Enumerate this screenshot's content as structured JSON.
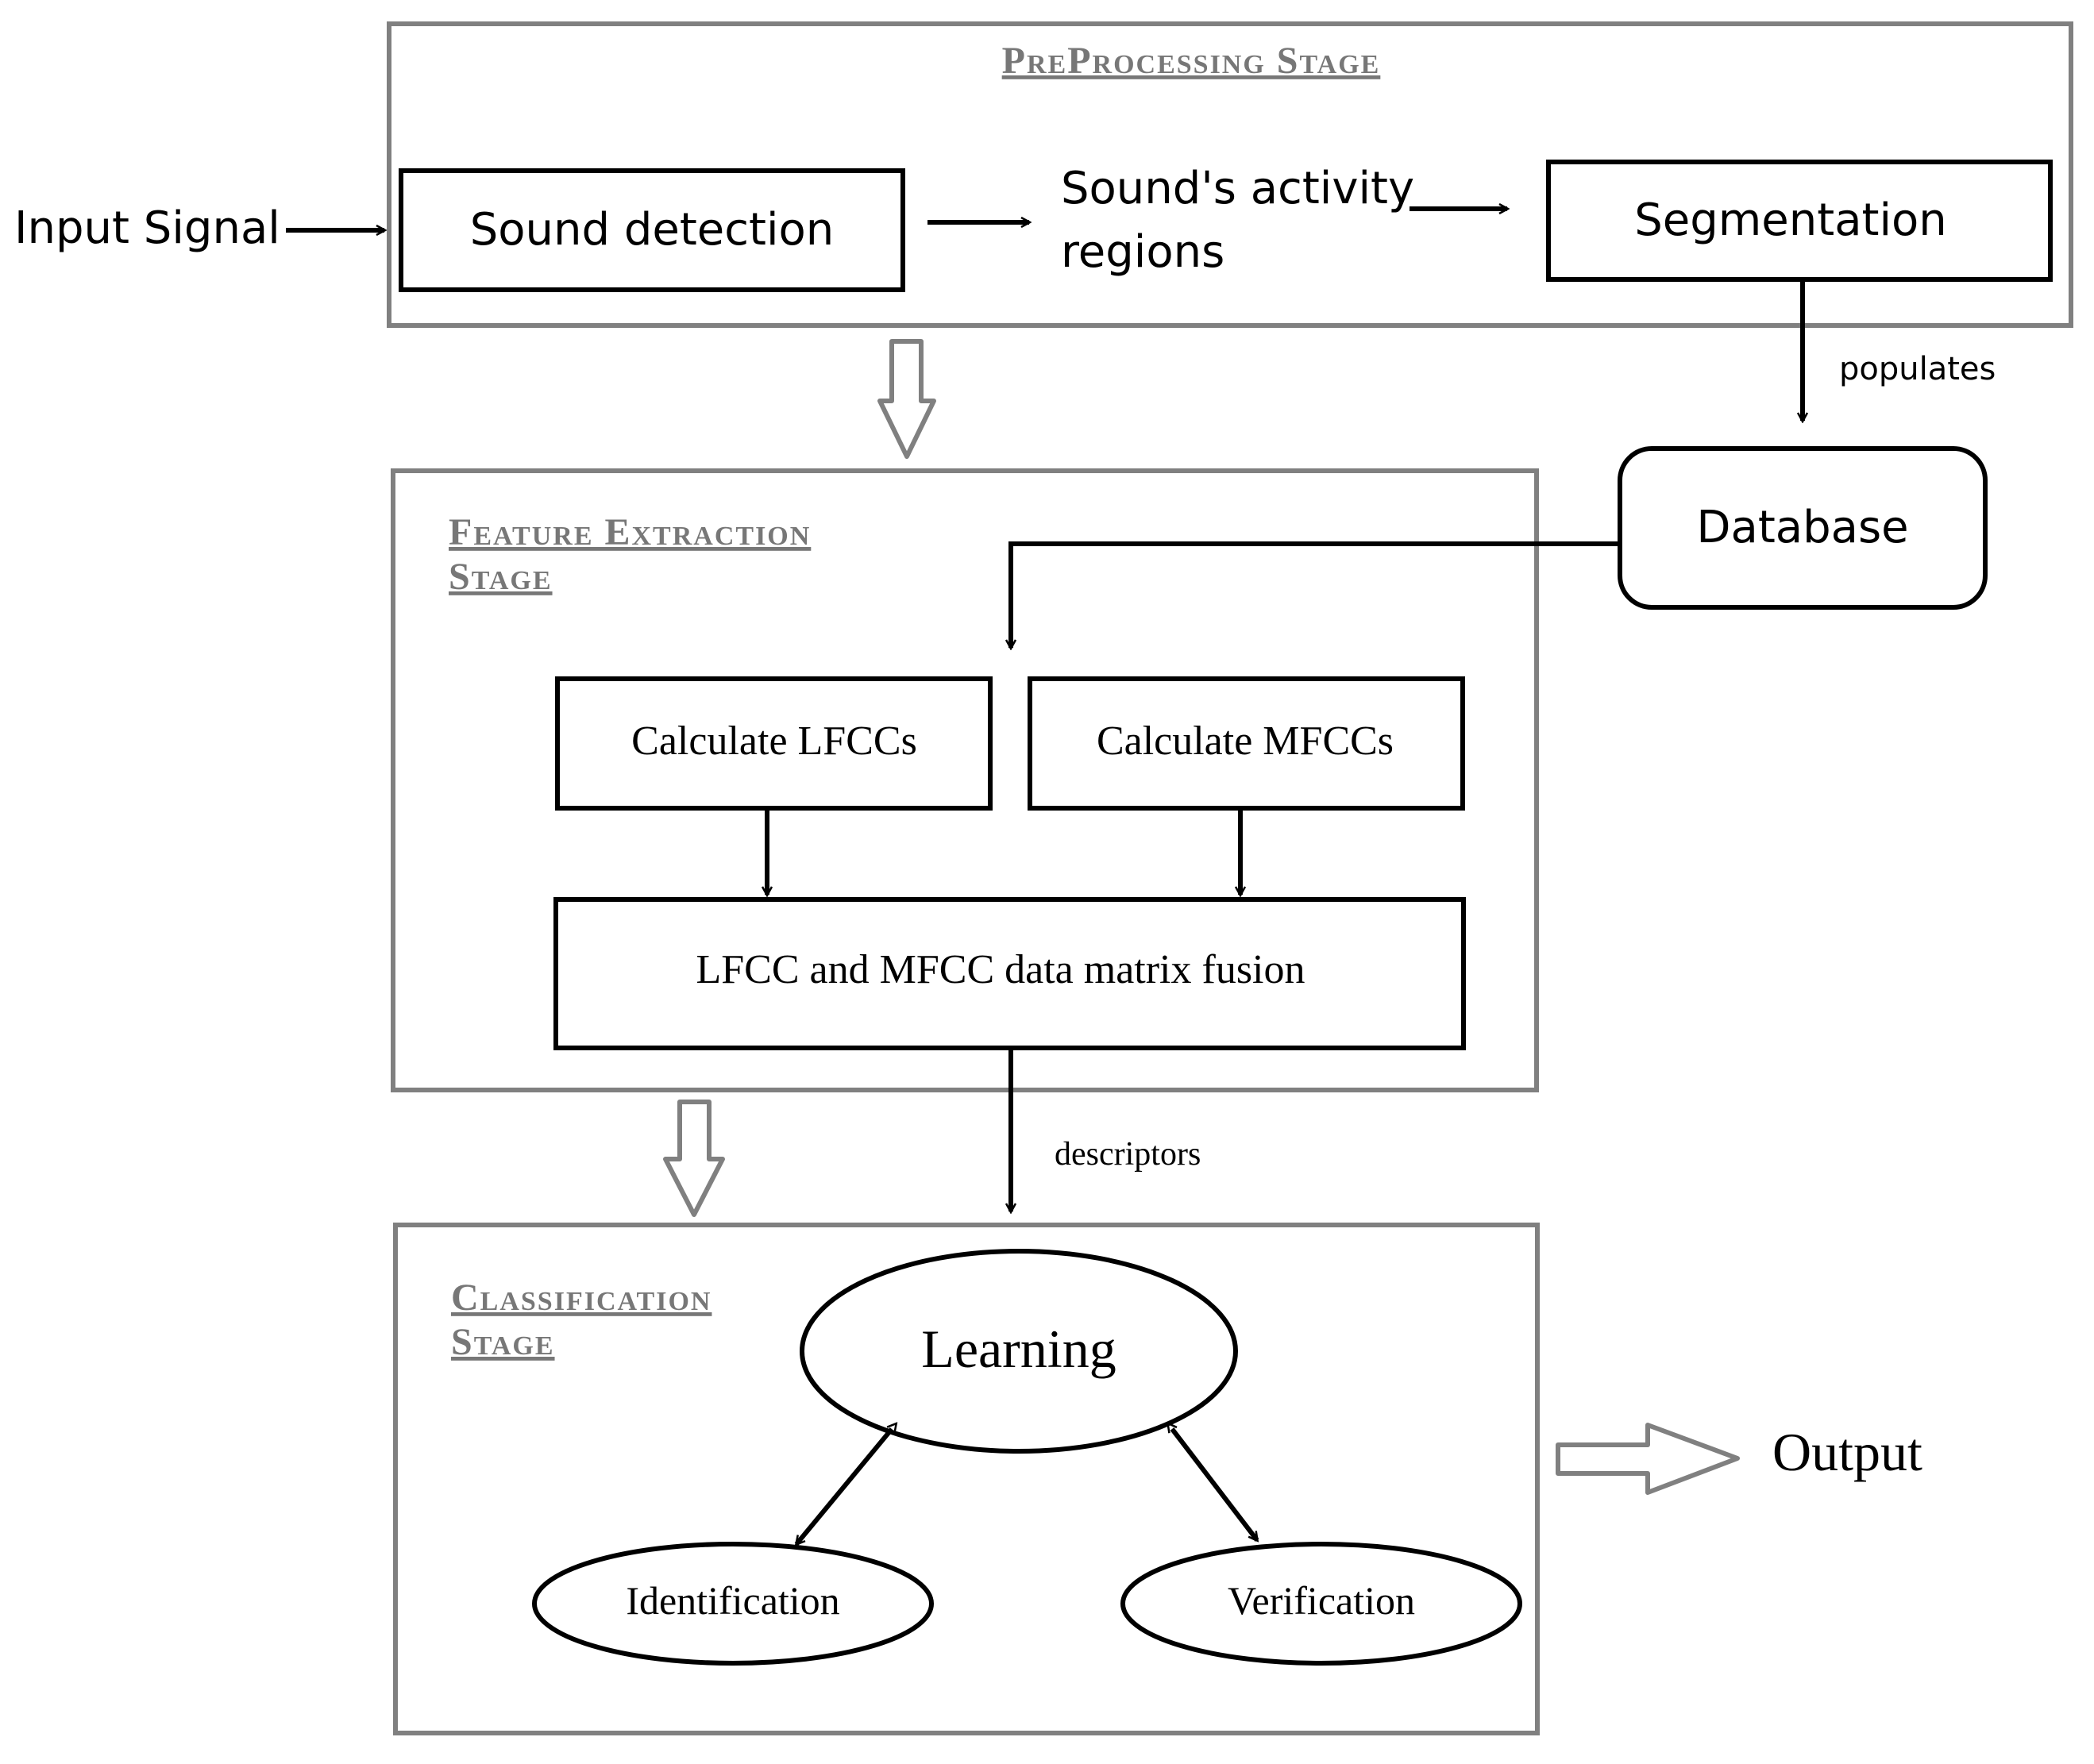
{
  "stages": {
    "preprocessing": "PreProcessing Stage",
    "feature_extraction_line1": "Feature Extraction",
    "feature_extraction_line2": "Stage",
    "classification_line1": "Classification",
    "classification_line2": "Stage"
  },
  "nodes": {
    "input_signal": "Input Signal",
    "sound_detection": "Sound detection",
    "activity_line1": "Sound's activity",
    "activity_line2": "regions",
    "segmentation": "Segmentation",
    "database": "Database",
    "calc_lfcc": "Calculate LFCCs",
    "calc_mfcc": "Calculate MFCCs",
    "fusion": "LFCC and MFCC data matrix fusion",
    "learning": "Learning",
    "identification": "Identification",
    "verification": "Verification",
    "output": "Output"
  },
  "edge_labels": {
    "populates": "populates",
    "descriptors": "descriptors"
  },
  "colors": {
    "stage_border": "#808080",
    "box_border": "#000000",
    "hollow_arrow": "#808080",
    "stage_title": "#777777"
  }
}
